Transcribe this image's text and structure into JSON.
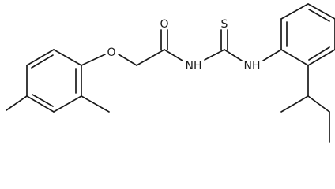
{
  "molecule": {
    "atoms": {
      "oxygen_ether": "O",
      "oxygen_carbonyl": "O",
      "sulfur_thione": "S",
      "nitrogen_amide": "NH",
      "nitrogen_aryl": "NH"
    }
  }
}
